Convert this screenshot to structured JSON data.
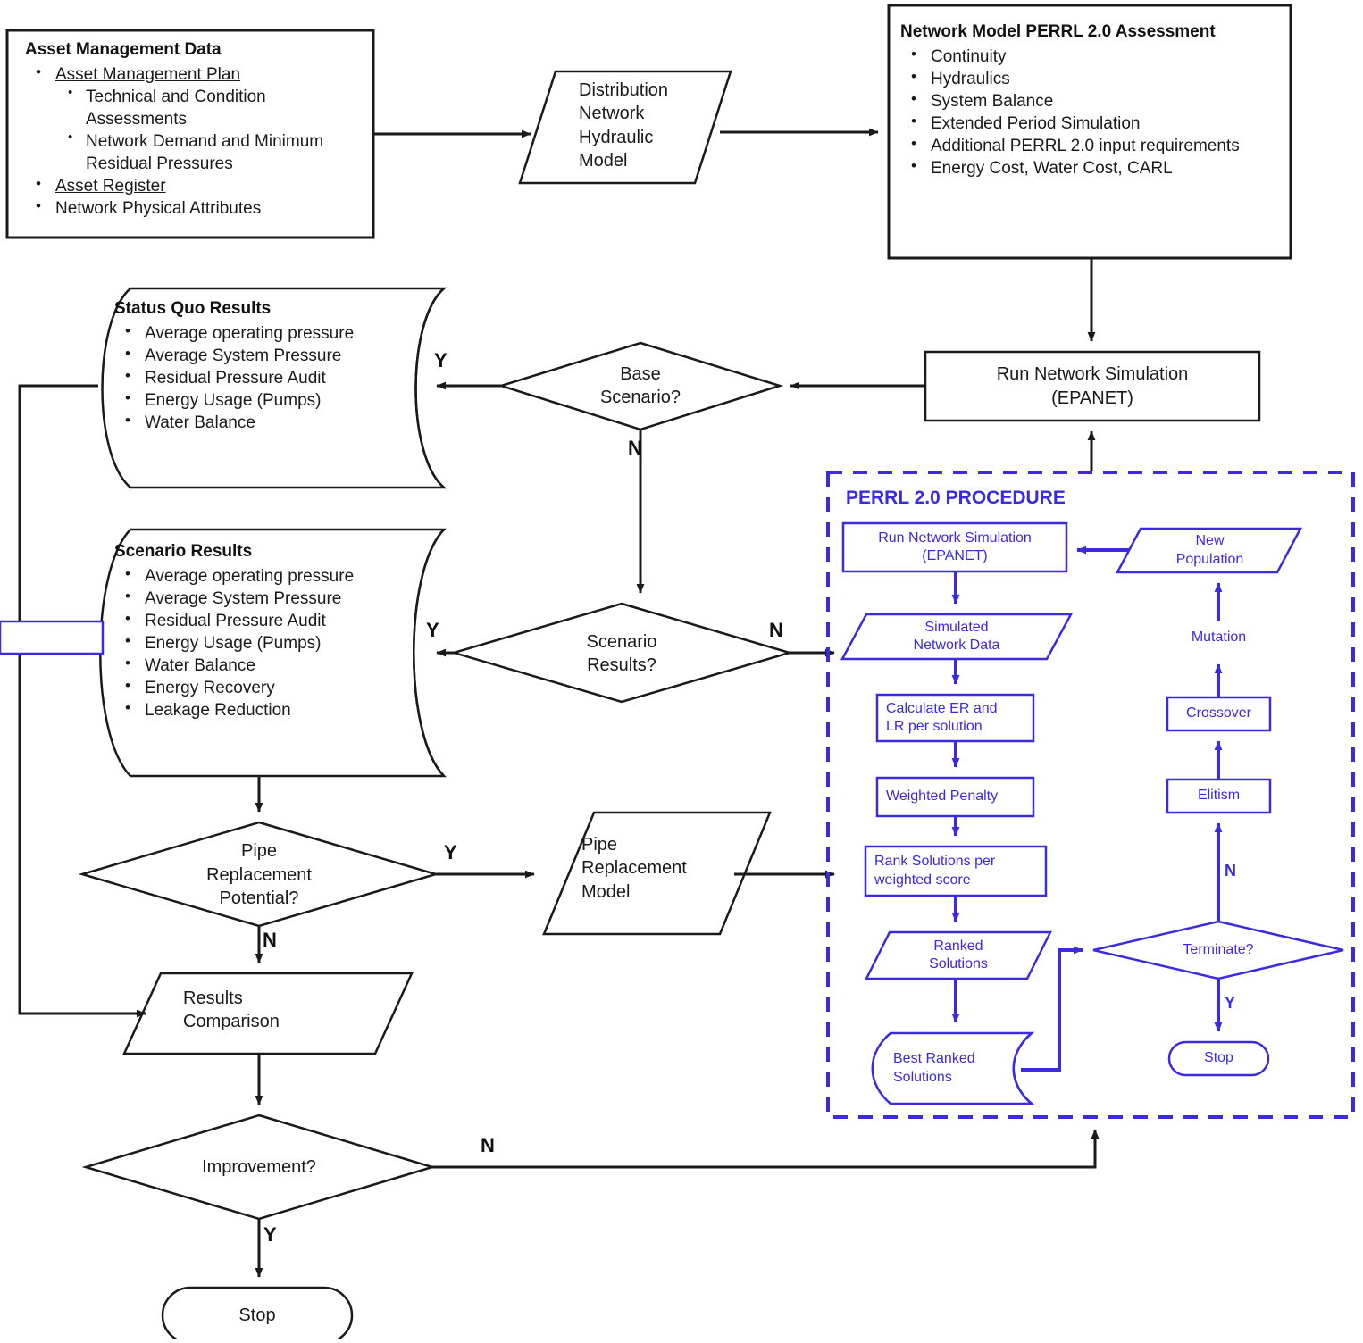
{
  "colors": {
    "black": "#1a1a1a",
    "blue": "#3b2ae0",
    "background": "#ffffff"
  },
  "nodes": {
    "asset_management_data": {
      "title": "Asset Management Data",
      "items": [
        {
          "text": "Asset Management Plan",
          "underline": true,
          "children": [
            "Technical and Condition Assessments",
            "Network Demand and Minimum Residual Pressures"
          ]
        },
        {
          "text": "Asset Register",
          "underline": true,
          "children": []
        },
        {
          "text": "Network Physical Attributes",
          "underline": false,
          "children": []
        }
      ]
    },
    "distribution_model": {
      "lines": [
        "Distribution",
        "Network",
        "Hydraulic",
        "Model"
      ]
    },
    "network_assessment": {
      "title": "Network Model PERRL 2.0 Assessment",
      "items": [
        "Continuity",
        "Hydraulics",
        "System Balance",
        "Extended Period Simulation",
        "Additional PERRL 2.0 input requirements",
        "Energy Cost, Water Cost, CARL"
      ]
    },
    "run_simulation_main": {
      "lines": [
        "Run  Network Simulation",
        "(EPANET)"
      ]
    },
    "base_scenario": {
      "lines": [
        "Base",
        "Scenario?"
      ]
    },
    "status_quo_results": {
      "title": "Status Quo Results",
      "items": [
        "Average operating pressure",
        "Average System Pressure",
        "Residual Pressure Audit",
        "Energy Usage (Pumps)",
        "Water Balance"
      ]
    },
    "scenario_results_decision": {
      "lines": [
        "Scenario",
        "Results?"
      ]
    },
    "scenario_results": {
      "title": "Scenario Results",
      "items": [
        "Average operating pressure",
        "Average System Pressure",
        "Residual Pressure Audit",
        "Energy Usage (Pumps)",
        "Water Balance",
        "Energy Recovery",
        "Leakage Reduction"
      ]
    },
    "pipe_replacement_potential": {
      "lines": [
        "Pipe",
        "Replacement",
        "Potential?"
      ]
    },
    "pipe_replacement_model": {
      "lines": [
        "Pipe",
        "Replacement",
        "Model"
      ]
    },
    "results_comparison": {
      "lines": [
        "Results",
        "Comparison"
      ]
    },
    "improvement": {
      "lines": [
        "Improvement?"
      ]
    },
    "stop_main": {
      "label": "Stop"
    }
  },
  "perrl": {
    "title": "PERRL 2.0 PROCEDURE",
    "run_simulation": {
      "lines": [
        "Run  Network Simulation",
        "(EPANET)"
      ]
    },
    "simulated_network_data": {
      "lines": [
        "Simulated",
        "Network Data"
      ]
    },
    "calculate_er_lr": {
      "lines": [
        "Calculate ER and",
        "LR per solution"
      ]
    },
    "weighted_penalty": {
      "lines": [
        "Weighted Penalty"
      ]
    },
    "rank_solutions": {
      "lines": [
        "Rank Solutions per",
        "weighted score"
      ]
    },
    "ranked_solutions": {
      "lines": [
        "Ranked",
        "Solutions"
      ]
    },
    "best_ranked_solutions": {
      "lines": [
        "Best Ranked",
        "Solutions"
      ]
    },
    "new_population": {
      "lines": [
        "New",
        "Population"
      ]
    },
    "mutation": {
      "lines": [
        "Mutation"
      ]
    },
    "crossover": {
      "lines": [
        "Crossover"
      ]
    },
    "elitism": {
      "lines": [
        "Elitism"
      ]
    },
    "terminate": {
      "lines": [
        "Terminate?"
      ]
    },
    "stop": {
      "label": "Stop"
    }
  },
  "edge_labels": {
    "base_scenario_yes": "Y",
    "base_scenario_no": "N",
    "scenario_results_yes": "Y",
    "scenario_results_no": "N",
    "pipe_replacement_yes": "Y",
    "pipe_replacement_no": "N",
    "improvement_yes": "Y",
    "improvement_no": "N",
    "terminate_no": "N",
    "terminate_yes": "Y"
  }
}
